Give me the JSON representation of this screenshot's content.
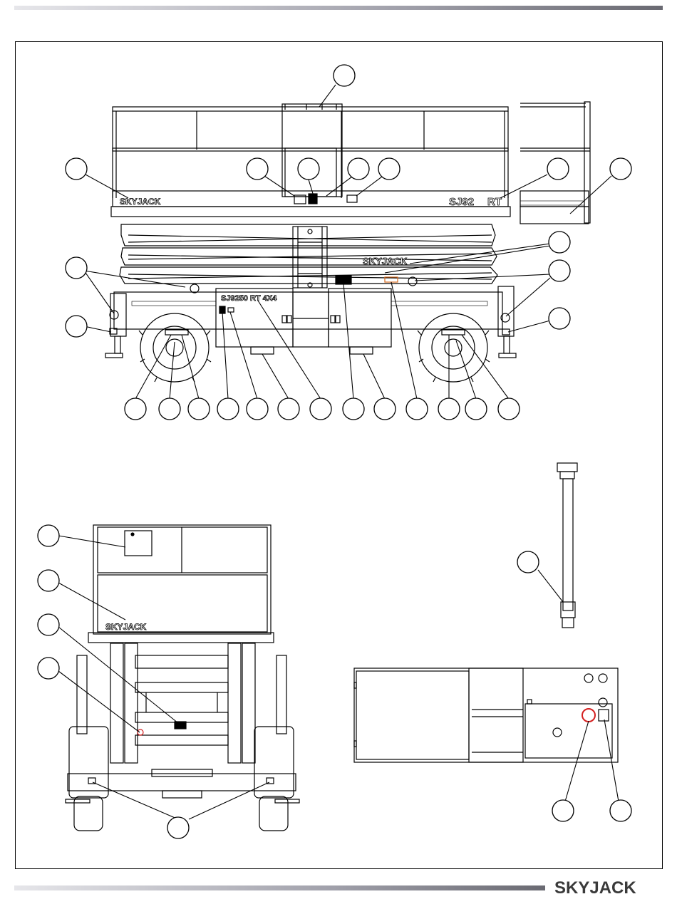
{
  "brand": {
    "logo_text": "SKYJACK"
  },
  "decals": {
    "platform_brand": "SKYJACK",
    "model_badge_1": "SJ92",
    "model_badge_2": "RT",
    "scissor_brand": "SKYJACK",
    "chassis_model": "SJ9250 RT 4X4",
    "end_view_brand": "SKYJACK"
  },
  "colors": {
    "line": "#000000",
    "accent_red": "#d42020",
    "bar_dark": "#6a6a72",
    "bar_light": "#e6e6ea"
  },
  "callout_count": 31
}
